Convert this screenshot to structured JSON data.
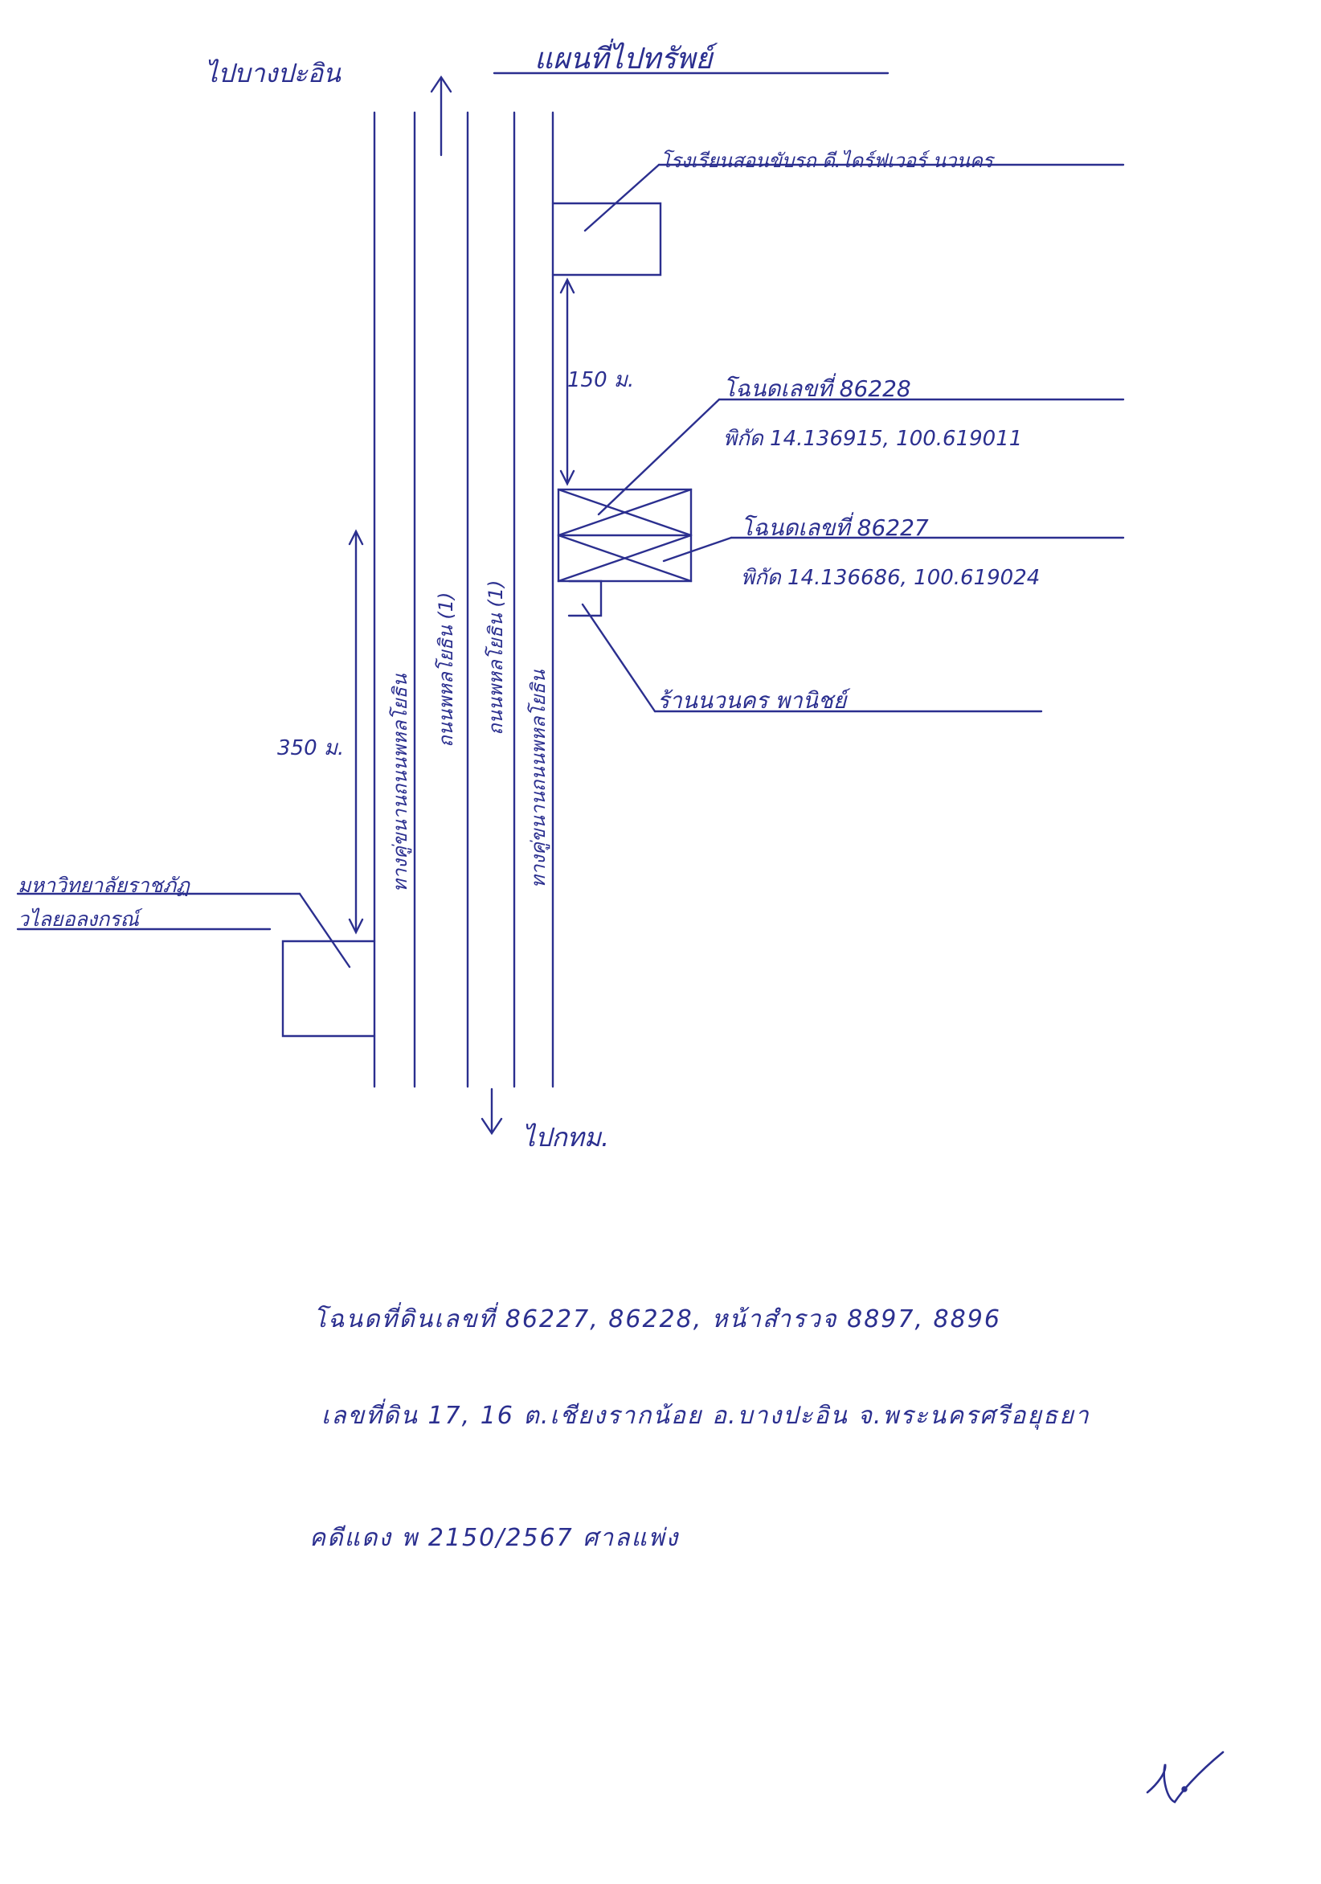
{
  "title": "แผนที่ไปทรัพย์",
  "direction_north": "ไปบางปะอิน",
  "direction_south": "ไปกทม.",
  "landmarks": {
    "school": "โรงเรียนสอนขับรถ ดี.ไดร์ฟเวอร์ นวนคร",
    "university": "มหาวิทยาลัยราชภัฏ",
    "university_line2": "วไลยอลงกรณ์",
    "shop": "ร้านนวนคร พานิชย์"
  },
  "roads": {
    "frontage_left": "ทางคู่ขนานถนนพหลโยธิน",
    "main_left": "ถนนพหลโยธิน (1)",
    "main_right": "ถนนพหลโยธิน (1)",
    "frontage_right": "ทางคู่ขนานถนนพหลโยธิน"
  },
  "distances": {
    "school_to_plot": "150 ม.",
    "university_to_plot": "350 ม."
  },
  "plots": [
    {
      "title": "โฉนดเลขที่ 86228",
      "coords": "พิกัด 14.136915, 100.619011"
    },
    {
      "title": "โฉนดเลขที่ 86227",
      "coords": "พิกัด 14.136686, 100.619024"
    }
  ],
  "notes": {
    "line1": "โฉนดที่ดินเลขที่ 86227, 86228, หน้าสำรวจ 8897, 8896",
    "line2": "เลขที่ดิน 17, 16  ต.เชียงรากน้อย  อ.บางปะอิน  จ.พระนครศรีอยุธยา",
    "line3": "คดีแดง พ 2150/2567 ศาลแพ่ง"
  },
  "colors": {
    "ink": "#2b2f8f",
    "paper": "#ffffff"
  },
  "icons": [
    "arrow-up-icon",
    "arrow-down-icon",
    "signature-mark"
  ]
}
